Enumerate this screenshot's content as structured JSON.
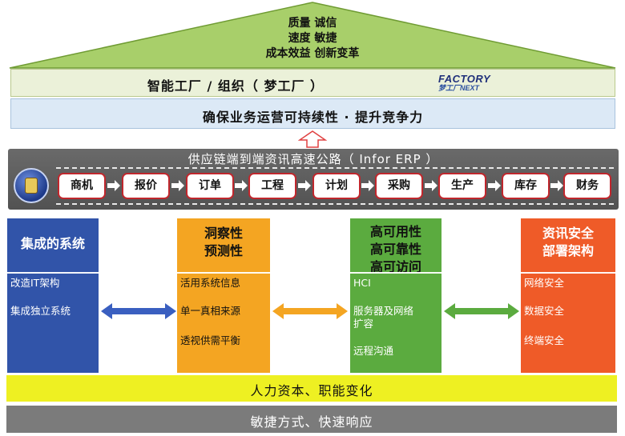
{
  "roof": {
    "line1": "质量 诚信",
    "line2": "速度 敏捷",
    "line3": "成本效益 创新变革",
    "colors": {
      "fill": "#a8cf6a",
      "stroke": "#6f9b33"
    }
  },
  "smart_factory": {
    "title": "智能工厂 / 组织（ 梦工厂 ）",
    "logo_line1": "FACTORY",
    "logo_line2": "梦工厂NEXT"
  },
  "ensure": {
    "title": "确保业务运营可持续性 · 提升竞争力"
  },
  "highway": {
    "title": "供应链端到端资讯高速公路（ Infor ERP ）",
    "emblem_icon": "company-emblem-icon",
    "steps": [
      "商机",
      "报价",
      "订单",
      "工程",
      "计划",
      "采购",
      "生产",
      "库存",
      "财务"
    ]
  },
  "columns": [
    {
      "head": [
        "集成的系统"
      ],
      "items": [
        "改造IT架构",
        "集成独立系统"
      ],
      "color": "#3154a9"
    },
    {
      "head": [
        "洞察性",
        "预测性"
      ],
      "items": [
        "活用系统信息",
        "单一真相来源",
        "透视供需平衡"
      ],
      "color": "#f4a522"
    },
    {
      "head": [
        "高可用性",
        "高可靠性",
        "高可访问"
      ],
      "items": [
        "HCI",
        "服务器及网络\n扩容",
        "远程沟通"
      ],
      "color": "#5bab3f"
    },
    {
      "head": [
        "资讯安全",
        "部署架构"
      ],
      "items": [
        "网络安全",
        "数据安全",
        "终端安全"
      ],
      "color": "#ef5b28"
    }
  ],
  "arrow_colors": [
    "#3a5fc0",
    "#f4a522",
    "#5bab3f"
  ],
  "hr": {
    "title": "人力资本、职能变化"
  },
  "agile": {
    "title": "敏捷方式、快速响应"
  }
}
